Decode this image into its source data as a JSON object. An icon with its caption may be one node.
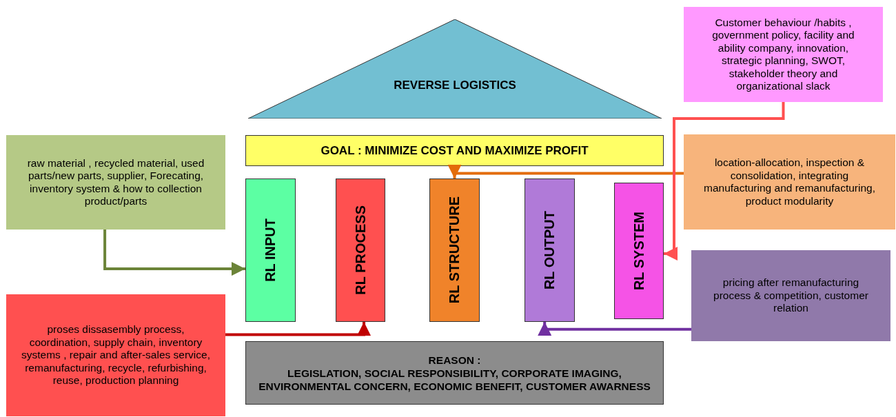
{
  "diagram": {
    "nodes": [
      {
        "text": [
          "REVERSE LOGISTICS"
        ]
      },
      {
        "text": [
          "GOAL : MINIMIZE COST AND MAXIMIZE PROFIT"
        ]
      },
      {
        "text": [
          "RL INPUT"
        ]
      },
      {
        "text": [
          "RL PROCESS"
        ]
      },
      {
        "text": [
          "RL STRUCTURE"
        ]
      },
      {
        "text": [
          "RL OUTPUT"
        ]
      },
      {
        "text": [
          "RL SYSTEM"
        ]
      },
      {
        "text": [
          "REASON :",
          "LEGISLATION, SOCIAL RESPONSIBILITY, CORPORATE IMAGING, ENVIRONMENTAL CONCERN, ECONOMIC BENEFIT, CUSTOMER AWARNESS"
        ]
      },
      {
        "text": [
          "raw material , recycled material, used parts/new parts, supplier, Forecating, inventory system & how to collection product/parts"
        ]
      },
      {
        "text": [
          "proses dissasembly process, coordination, supply chain, inventory systems , repair and after-sales service, remanufacturing, recycle, refurbishing, reuse, production planning"
        ]
      },
      {
        "text": [
          "Customer behaviour /habits , government policy, facility and ability company, innovation, strategic planning, SWOT, stakeholder theory and organizational slack"
        ]
      },
      {
        "text": [
          "location-allocation, inspection & consolidation, integrating manufacturing and remanufacturing, product modularity"
        ]
      },
      {
        "text": [
          "pricing after remanufacturing process & competition, customer relation"
        ]
      }
    ],
    "edges": [
      {
        "from": 8,
        "to": 2,
        "arrow": "to",
        "color": "#6b8338"
      },
      {
        "from": 9,
        "to": 3,
        "arrow": "to",
        "color": "#c00000"
      },
      {
        "from": 11,
        "to": 4,
        "arrow": "to",
        "color": "#e36c0a"
      },
      {
        "from": 10,
        "to": 6,
        "arrow": "to",
        "color": "#ff5050"
      },
      {
        "from": 12,
        "to": 5,
        "arrow": "to",
        "color": "#7030a0"
      }
    ]
  }
}
